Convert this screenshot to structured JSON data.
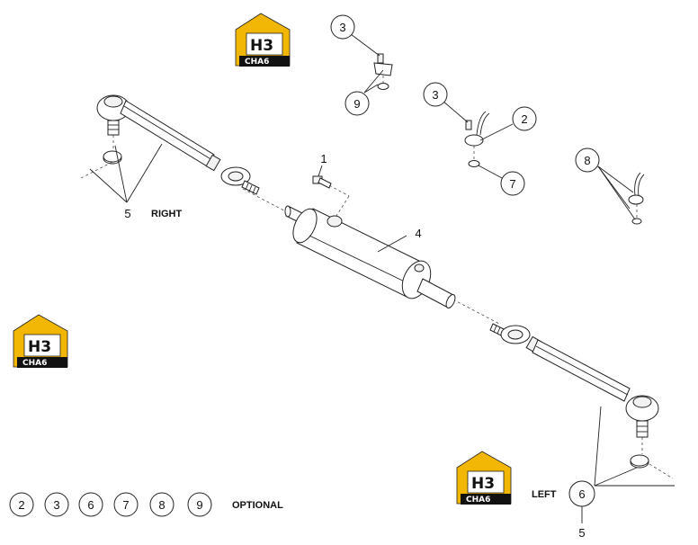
{
  "logo": {
    "mark": "H3",
    "caption": "CHA6"
  },
  "callouts": {
    "c1": "1",
    "c2": "2",
    "c3a": "3",
    "c3b": "3",
    "c4": "4",
    "c5a": "5",
    "c5b": "5",
    "c6": "6",
    "c7": "7",
    "c8": "8",
    "c9": "9"
  },
  "labels": {
    "right": "RIGHT",
    "left": "LEFT",
    "optional": "OPTIONAL"
  },
  "legend": [
    "2",
    "3",
    "6",
    "7",
    "8",
    "9"
  ]
}
